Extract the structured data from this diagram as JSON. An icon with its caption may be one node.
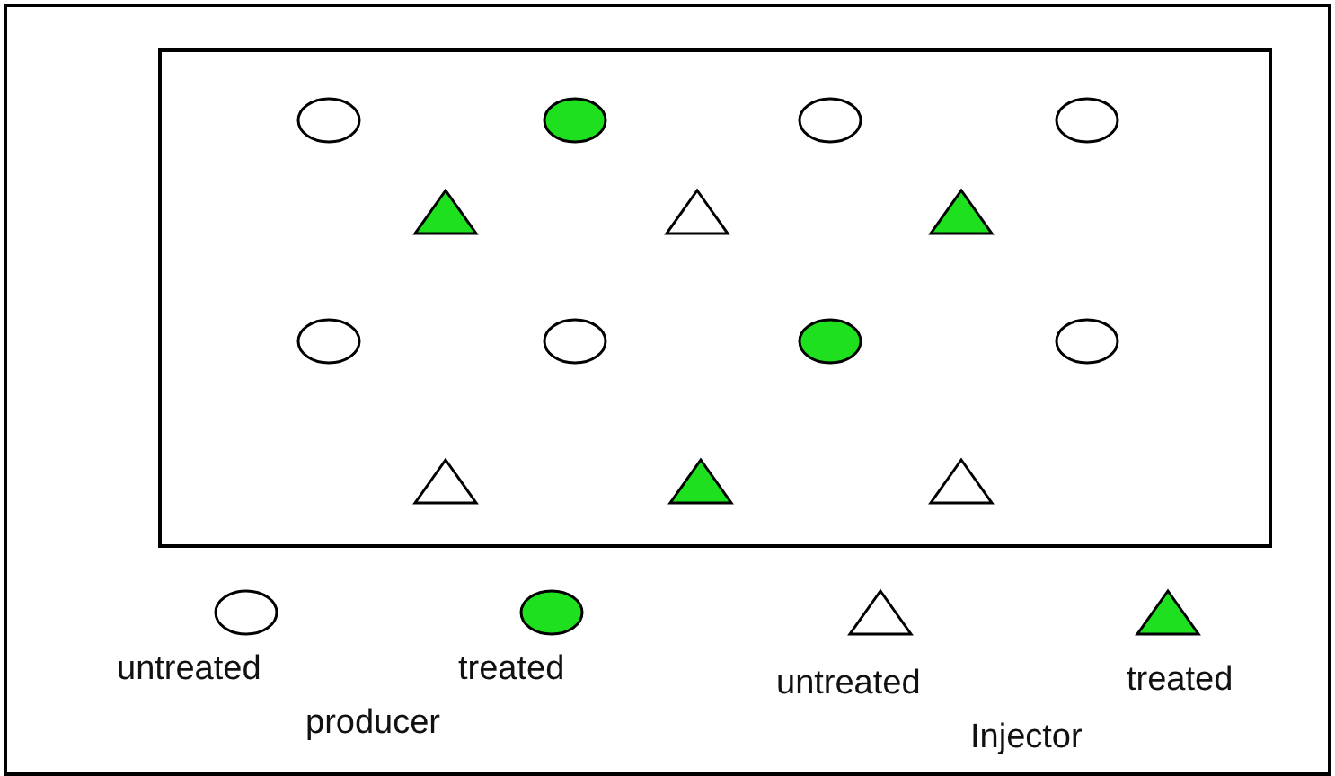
{
  "diagram": {
    "nodes": [
      {
        "text": [],
        "shape": "box"
      },
      {
        "text": [],
        "shape": "circle",
        "in": 0
      },
      {
        "text": [],
        "shape": "circle",
        "in": 0
      },
      {
        "text": [],
        "shape": "circle",
        "in": 0
      },
      {
        "text": [],
        "shape": "circle",
        "in": 0
      },
      {
        "text": [],
        "shape": "triangle",
        "in": 0
      },
      {
        "text": [],
        "shape": "triangle",
        "in": 0
      },
      {
        "text": [],
        "shape": "triangle",
        "in": 0
      },
      {
        "text": [],
        "shape": "circle",
        "in": 0
      },
      {
        "text": [],
        "shape": "circle",
        "in": 0
      },
      {
        "text": [],
        "shape": "circle",
        "in": 0
      },
      {
        "text": [],
        "shape": "circle",
        "in": 0
      },
      {
        "text": [],
        "shape": "triangle",
        "in": 0
      },
      {
        "text": [],
        "shape": "triangle",
        "in": 0
      },
      {
        "text": [],
        "shape": "triangle",
        "in": 0
      }
    ],
    "labels": [
      "producer",
      "Injector"
    ],
    "legend": [
      {
        "text": "untreated"
      },
      {
        "text": "treated"
      },
      {
        "text": "untreated"
      },
      {
        "text": "treated"
      }
    ]
  }
}
